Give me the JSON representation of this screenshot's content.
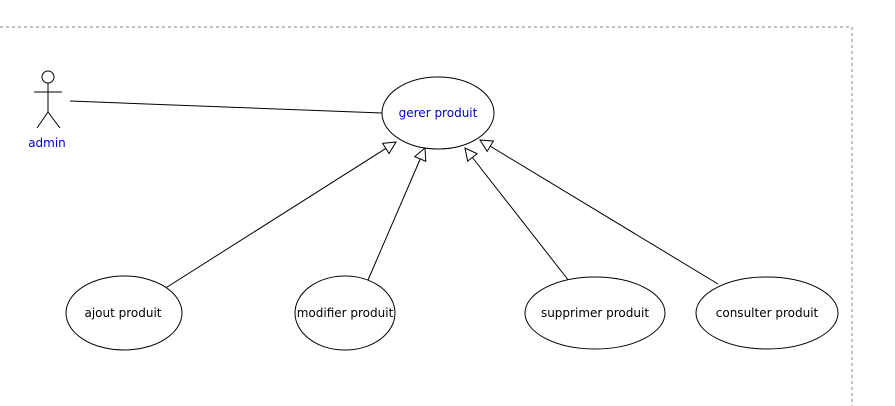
{
  "colors": {
    "line": "#000000",
    "frame": "#8a8a8a",
    "actor_label": "#0000cc",
    "main_usecase_label": "#0000cc",
    "usecase_label": "#000000",
    "background": "#ffffff"
  },
  "actor": {
    "label": "admin",
    "icon": "stick-figure-icon"
  },
  "main_usecase": {
    "label": "gerer produit"
  },
  "sub_usecases": [
    {
      "label": "ajout produit"
    },
    {
      "label": "modifier produit"
    },
    {
      "label": "supprimer produit"
    },
    {
      "label": "consulter produit"
    }
  ]
}
